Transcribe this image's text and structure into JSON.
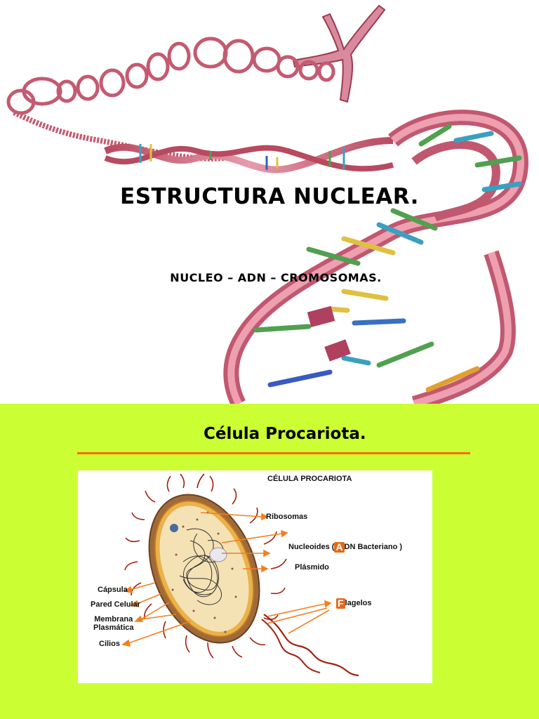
{
  "slide1": {
    "title": "ESTRUCTURA NUCLEAR.",
    "subtitle": "NUCLEO – ADN – CROMOSOMAS."
  },
  "slide2": {
    "background": "#ccff33",
    "rule_color": "#ff6600",
    "title": "Célula Procariota.",
    "figure": {
      "heading": "CÉLULA PROCARIOTA",
      "labels": {
        "ribosomas": "Ribosomas",
        "nucleoides_prefix": "Nucleoides (",
        "nucleoides_initial": "A",
        "nucleoides_suffix": "DN Bacteriano )",
        "plasmido": "Plásmido",
        "capsula": "Cápsula",
        "pared": "Pared Celular",
        "membrana_1": "Membrana",
        "membrana_2": "Plasmática",
        "cilios": "Cilios",
        "flagelos_initial": "F",
        "flagelos_suffix": "lagelos"
      }
    }
  },
  "colors": {
    "dna_ribbon": "#c8566a",
    "dna_ribbon_light": "#e8a0ae",
    "arrow": "#f08020",
    "cell_fill": "#f2d8a0",
    "cilia": "#a02010"
  }
}
